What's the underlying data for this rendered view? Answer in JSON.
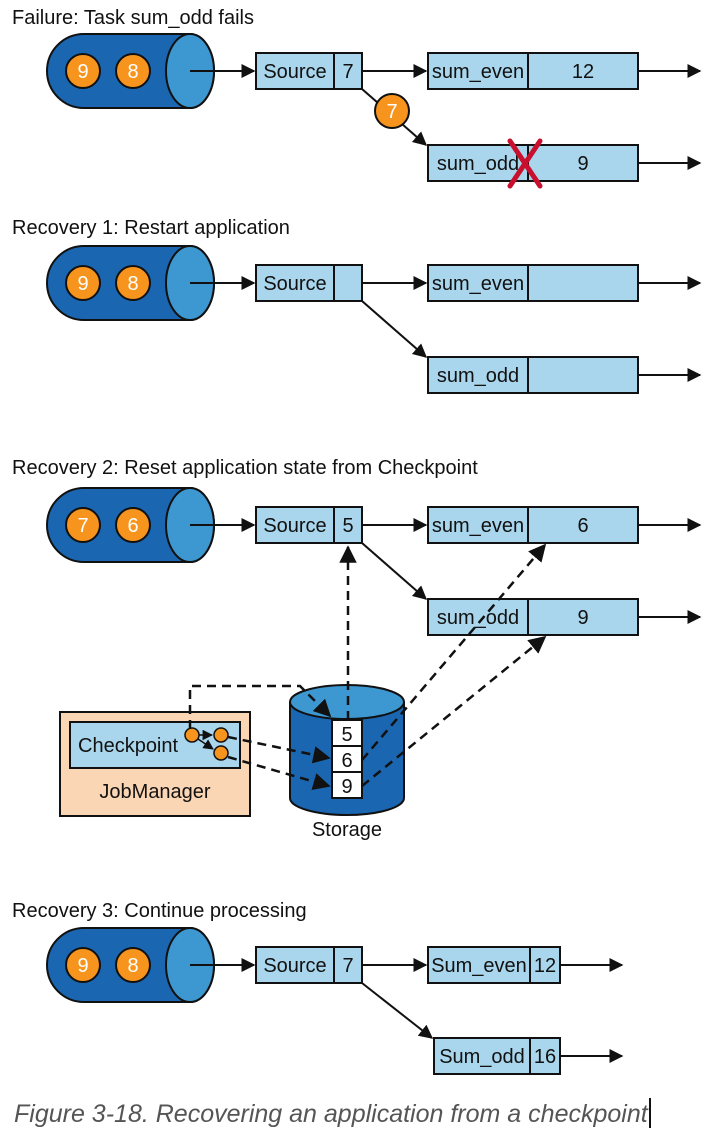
{
  "panels": {
    "failure": {
      "title": "Failure: Task sum_odd fails",
      "queue": [
        "9",
        "8"
      ],
      "source_label": "Source",
      "source_value": "7",
      "in_flight": "7",
      "sum_even_label": "sum_even",
      "sum_even_value": "12",
      "sum_odd_label": "sum_odd",
      "sum_odd_value": "9"
    },
    "recovery1": {
      "title": "Recovery 1: Restart application",
      "queue": [
        "9",
        "8"
      ],
      "source_label": "Source",
      "sum_even_label": "sum_even",
      "sum_odd_label": "sum_odd"
    },
    "recovery2": {
      "title": "Recovery 2: Reset application state from Checkpoint",
      "queue": [
        "7",
        "6"
      ],
      "source_label": "Source",
      "source_value": "5",
      "sum_even_label": "sum_even",
      "sum_even_value": "6",
      "sum_odd_label": "sum_odd",
      "sum_odd_value": "9",
      "checkpoint_label": "Checkpoint",
      "jobmanager_label": "JobManager",
      "storage_label": "Storage",
      "storage_values": [
        "5",
        "6",
        "9"
      ]
    },
    "recovery3": {
      "title": "Recovery 3: Continue processing",
      "queue": [
        "9",
        "8"
      ],
      "source_label": "Source",
      "source_value": "7",
      "sum_even_label": "Sum_even",
      "sum_even_value": "12",
      "sum_odd_label": "Sum_odd",
      "sum_odd_value": "16"
    }
  },
  "caption": "Figure 3-18. Recovering an application from a checkpoint",
  "colors": {
    "queue_dark": "#1b66b1",
    "queue_light": "#3d97d0",
    "record": "#f7941d",
    "task_fill": "#a9d6ec",
    "jobmanager_fill": "#fbd6b5",
    "failure_mark": "#c8102e"
  }
}
